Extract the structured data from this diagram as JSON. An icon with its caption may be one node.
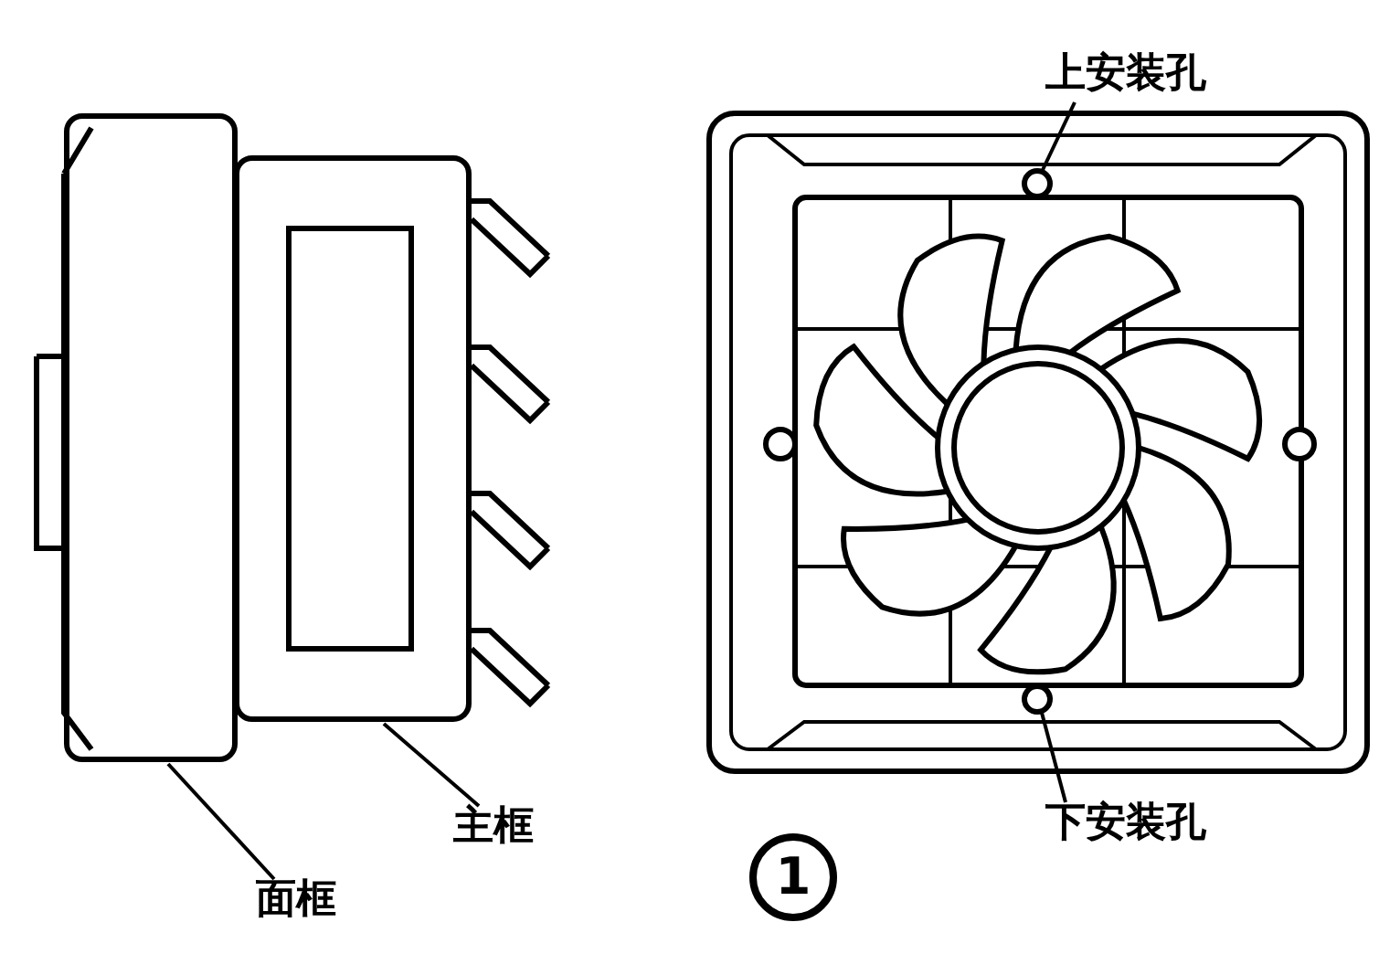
{
  "diagram": {
    "nodes": [
      {
        "text": [
          "上安装孔"
        ]
      },
      {
        "text": [],
        "shape": "circle"
      },
      {
        "text": [
          "下安装孔"
        ]
      },
      {
        "text": [],
        "shape": "circle"
      },
      {
        "text": [
          "主框"
        ]
      },
      {
        "text": [],
        "shape": "box"
      },
      {
        "text": [
          "面框"
        ]
      },
      {
        "text": [],
        "shape": "box"
      }
    ],
    "edges": [
      {
        "from": 0,
        "to": 1,
        "arrow": "none"
      },
      {
        "from": 2,
        "to": 3,
        "arrow": "none"
      },
      {
        "from": 4,
        "to": 5,
        "arrow": "none"
      },
      {
        "from": 6,
        "to": 7,
        "arrow": "none"
      }
    ],
    "labels": [
      "1"
    ]
  }
}
